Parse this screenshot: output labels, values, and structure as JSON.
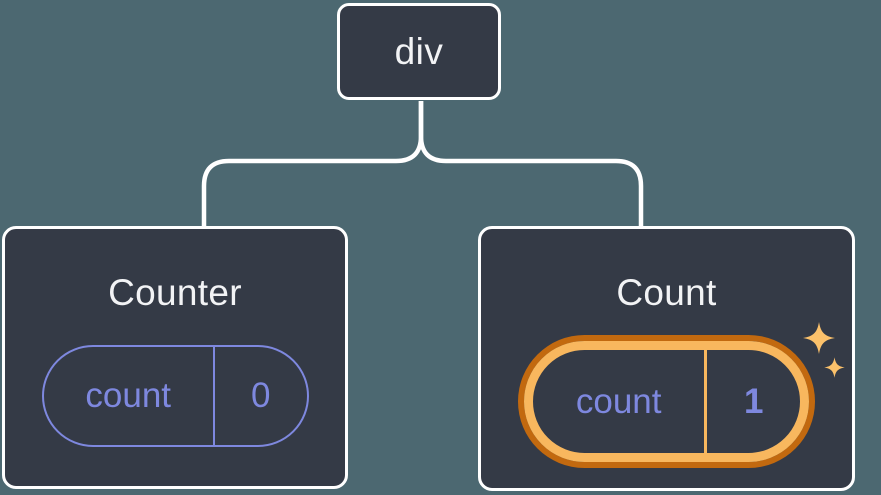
{
  "diagram": {
    "description": "Component tree diagram: a div root with two child component cards holding state pills",
    "root": {
      "label": "div"
    },
    "children": [
      {
        "title": "Counter",
        "state": {
          "key": "count",
          "value": "0"
        },
        "highlighted": false
      },
      {
        "title": "Count",
        "state": {
          "key": "count",
          "value": "1"
        },
        "highlighted": true
      }
    ],
    "colors": {
      "background": "#4C6871",
      "node_fill": "#343A46",
      "node_border": "#FFFFFF",
      "title_text": "#F2F3F5",
      "state_accent": "#7E88DF",
      "highlight_ring_outer": "#C2690F",
      "highlight_ring_inner": "#F8B75E",
      "sparkle": "#FBC16B"
    }
  }
}
